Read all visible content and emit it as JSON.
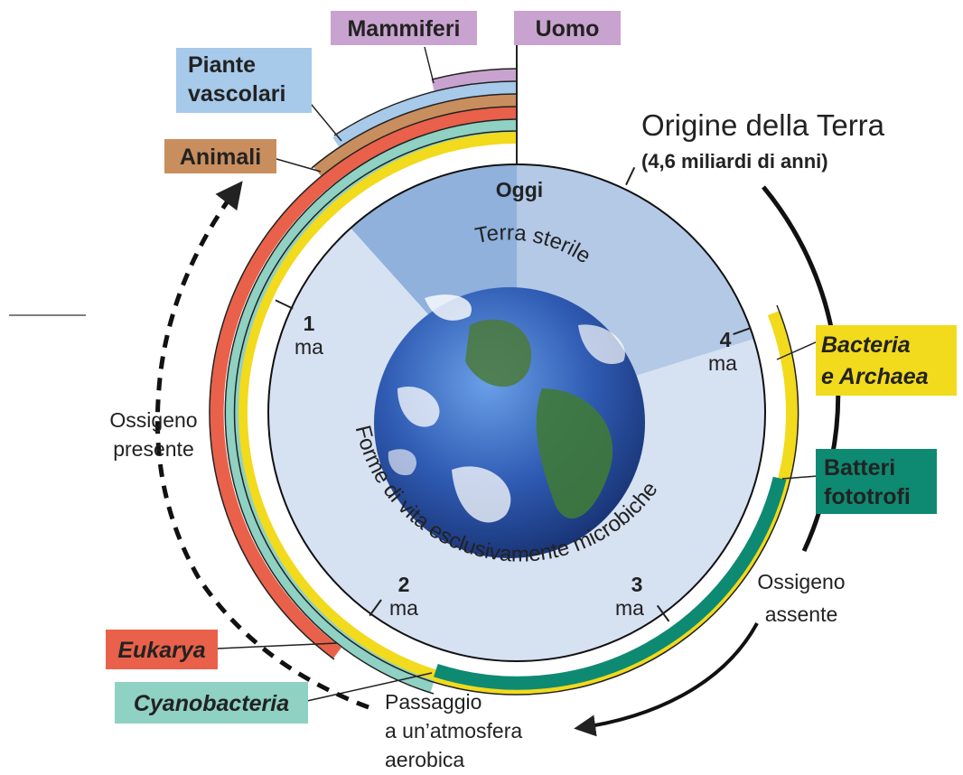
{
  "labels": {
    "mammiferi": "Mammiferi",
    "uomo": "Uomo",
    "piante_line1": "Piante",
    "piante_line2": "vascolari",
    "animali": "Animali",
    "origine_title": "Origine della Terra",
    "origine_sub": "(4,6 miliardi di anni)",
    "oggi": "Oggi",
    "bacteria_line1": "Bacteria",
    "bacteria_line2": "e Archaea",
    "batteri_line1": "Batteri",
    "batteri_line2": "fototrofi",
    "ossigeno_assente_1": "Ossigeno",
    "ossigeno_assente_2": "assente",
    "ossigeno_presente_1": "Ossigeno",
    "ossigeno_presente_2": "presente",
    "passaggio_1": "Passaggio",
    "passaggio_2": "a un’atmosfera",
    "passaggio_3": "aerobica",
    "eukarya": "Eukarya",
    "cyanobacteria": "Cyanobacteria",
    "terra_sterile": "Terra sterile",
    "forme_di_vita": "Forme di vita esclusivamente microbiche"
  },
  "ticks": [
    {
      "num": "1",
      "unit": "ma"
    },
    {
      "num": "2",
      "unit": "ma"
    },
    {
      "num": "3",
      "unit": "ma"
    },
    {
      "num": "4",
      "unit": "ma"
    }
  ],
  "colors": {
    "mammiferi": "#c9a3cf",
    "piante": "#a7c9ea",
    "animali": "#c98e5e",
    "eukarya": "#e9614a",
    "cyanobacteria": "#8fd1c2",
    "batteri": "#0e8a72",
    "bacteria": "#f2da1c",
    "disk": "#d6e1f2",
    "sterile": "#b3c9e6",
    "recent": "#8fb1dc"
  }
}
